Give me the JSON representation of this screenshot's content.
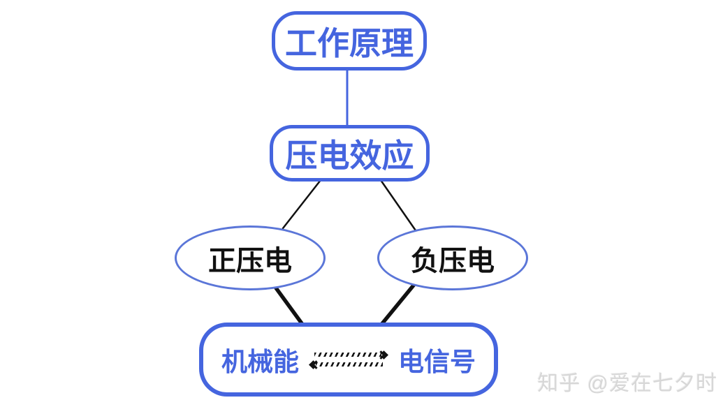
{
  "diagram": {
    "nodes": {
      "root": {
        "label": "工作原理"
      },
      "effect": {
        "label": "压电效应"
      },
      "positive": {
        "label": "正压电"
      },
      "negative": {
        "label": "负压电"
      },
      "conversion": {
        "left_label": "机械能",
        "right_label": "电信号",
        "arrow_icon": "bidirectional-dashed-arrow"
      }
    },
    "edges": [
      {
        "from": "root",
        "to": "effect",
        "style": "blue-straight"
      },
      {
        "from": "effect",
        "to": "positive",
        "style": "thin-black"
      },
      {
        "from": "effect",
        "to": "negative",
        "style": "thin-black"
      },
      {
        "from": "positive",
        "to": "conversion",
        "style": "thick-black"
      },
      {
        "from": "negative",
        "to": "conversion",
        "style": "thick-black"
      }
    ],
    "colors": {
      "node_border_blue": "#4565DF",
      "node_text_blue": "#4565DF",
      "ellipse_border_blue": "#5B76D8",
      "ellipse_text_black": "#111111",
      "connector_black": "#111111",
      "background": "#FFFFFF"
    }
  },
  "watermark": {
    "text": "知乎 @爱在七夕时"
  }
}
